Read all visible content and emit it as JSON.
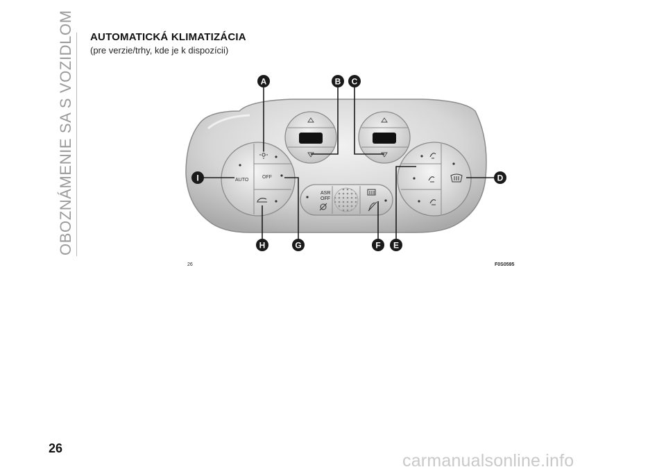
{
  "side_title": "OBOZNÁMENIE SA S VOZIDLOM",
  "heading": "AUTOMATICKÁ KLIMATIZÁCIA",
  "subheading": "(pre verzie/trhy, kde je k dispozícii)",
  "figure": {
    "callouts": [
      "A",
      "B",
      "C",
      "D",
      "E",
      "F",
      "G",
      "H",
      "I"
    ],
    "buttons": {
      "auto": "AUTO",
      "off": "OFF",
      "asr_line1": "ASR",
      "asr_line2": "OFF"
    },
    "figure_number": "26",
    "figure_code": "F0S0595"
  },
  "page_number": "26",
  "footer_url": "carmanualsonline.info",
  "colors": {
    "callout": "#1a1a1a",
    "panel_light": "#e6e6e6",
    "panel_mid": "#cfcfcf",
    "panel_dark": "#9c9c9c",
    "side_title": "#9a9a9a"
  }
}
